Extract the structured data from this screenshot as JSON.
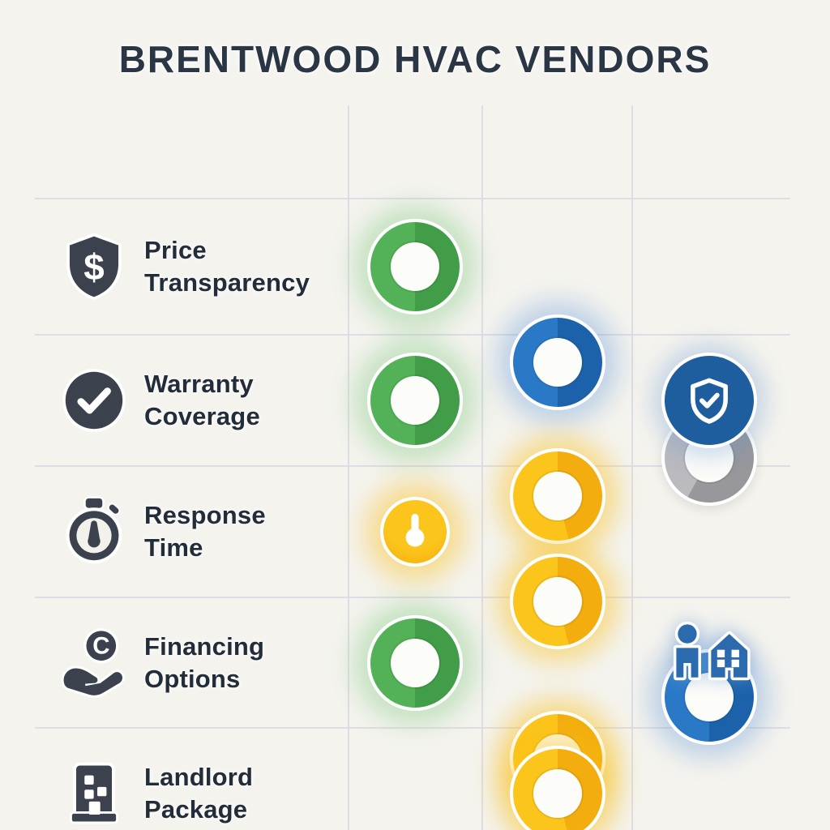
{
  "title": "BRENTWOOD HVAC VENDORS",
  "palette": {
    "background": "#F4F3EE",
    "title_text": "#2B3644",
    "label_text": "#232C39",
    "icon_dark": "#3B424E",
    "grid_line": "#DAD8E2",
    "white_casing": "#FFFFFF",
    "ring_hole": "#FCFCF9",
    "green_light": "#53B258",
    "green_dark": "#419D48",
    "green_glow": "rgba(96,190,99,0.33)",
    "blue_light": "#2A79C7",
    "blue_dark": "#1B62AB",
    "blue_glow": "rgba(80,140,215,0.33)",
    "yellow_light": "#FCC51B",
    "yellow_dark": "#F3AD0E",
    "yellow_glow": "rgba(251,191,21,0.45)",
    "gray_light": "#BABABF",
    "gray_dark": "#97979C",
    "badge_blue": "#1E5E9E",
    "duo_blue": "#2B6AAD"
  },
  "rows": [
    {
      "id": "price-transparency",
      "icon": "shield-dollar-icon",
      "label_lines": [
        "Price",
        "Transparency"
      ],
      "cells": [
        {
          "kind": "ring",
          "color": "green"
        },
        {
          "kind": "ring",
          "color": "blue"
        },
        {
          "kind": "ring",
          "color": "gray"
        }
      ]
    },
    {
      "id": "warranty-coverage",
      "icon": "circle-check-icon",
      "label_lines": [
        "Warranty",
        "Coverage"
      ],
      "cells": [
        {
          "kind": "ring",
          "color": "green"
        },
        {
          "kind": "ring",
          "color": "yellow"
        },
        {
          "kind": "badge",
          "icon": "shield-check-icon",
          "color": "badge_blue"
        }
      ]
    },
    {
      "id": "response-time",
      "icon": "stopwatch-icon",
      "label_lines": [
        "Response",
        "Time"
      ],
      "cells": [
        {
          "kind": "dot",
          "icon": "clock-hand-icon",
          "color": "yellow"
        },
        {
          "kind": "ring",
          "color": "yellow"
        },
        {
          "kind": "ring",
          "color": "blue"
        }
      ]
    },
    {
      "id": "financing-options",
      "icon": "hand-coin-icon",
      "label_lines": [
        "Financing",
        "Options"
      ],
      "cells": [
        {
          "kind": "ring",
          "color": "green"
        },
        {
          "kind": "ring",
          "color": "yellow"
        },
        {
          "kind": "figure",
          "icon": "person-house-icon",
          "color": "duo_blue"
        }
      ]
    },
    {
      "id": "landlord-package",
      "icon": "building-icon",
      "label_lines": [
        "Landlord",
        "Package"
      ],
      "cells": [
        {
          "kind": "none"
        },
        {
          "kind": "ring",
          "color": "yellow"
        },
        {
          "kind": "none"
        }
      ]
    }
  ],
  "chart_data": {
    "type": "table",
    "title": "BRENTWOOD HVAC VENDORS",
    "row_labels": [
      "Price Transparency",
      "Warranty Coverage",
      "Response Time",
      "Financing Options",
      "Landlord Package"
    ],
    "columns": [
      "column-1",
      "column-2",
      "column-3"
    ],
    "cells": [
      [
        "green-ring",
        "blue-ring",
        "gray-partial-ring"
      ],
      [
        "green-ring",
        "yellow-ring",
        "blue-shield-check-badge"
      ],
      [
        "small-yellow-clock-dot",
        "yellow-ring",
        "blue-ring"
      ],
      [
        "green-ring",
        "yellow-ring",
        "blue-person-house-icon"
      ],
      [
        "",
        "yellow-ring",
        ""
      ]
    ],
    "legend": "none",
    "grid": true,
    "header_row_empty": true
  }
}
